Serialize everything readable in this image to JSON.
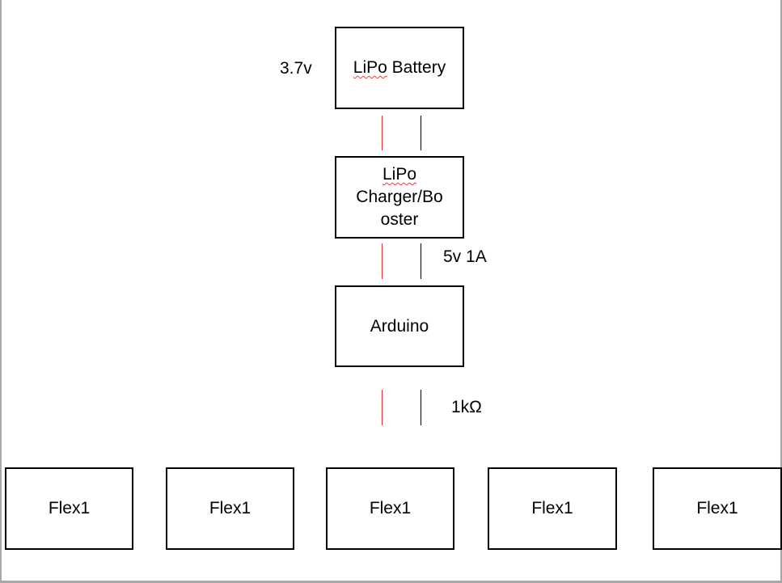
{
  "labels": {
    "battery_voltage": "3.7v",
    "booster_output": "5v 1A",
    "resistor": "1kΩ"
  },
  "nodes": {
    "battery": {
      "word1": "LiPo",
      "word2": " Battery"
    },
    "charger": {
      "line1": "LiPo",
      "line2": "Charger/Bo",
      "line3": "oster"
    },
    "arduino": {
      "label": "Arduino"
    },
    "flex_sensors": [
      {
        "label": "Flex1"
      },
      {
        "label": "Flex1"
      },
      {
        "label": "Flex1"
      },
      {
        "label": "Flex1"
      },
      {
        "label": "Flex1"
      }
    ]
  },
  "colors": {
    "positive_wire": "#e03030",
    "negative_wire": "#000000",
    "spellcheck_underline": "#e04040"
  }
}
